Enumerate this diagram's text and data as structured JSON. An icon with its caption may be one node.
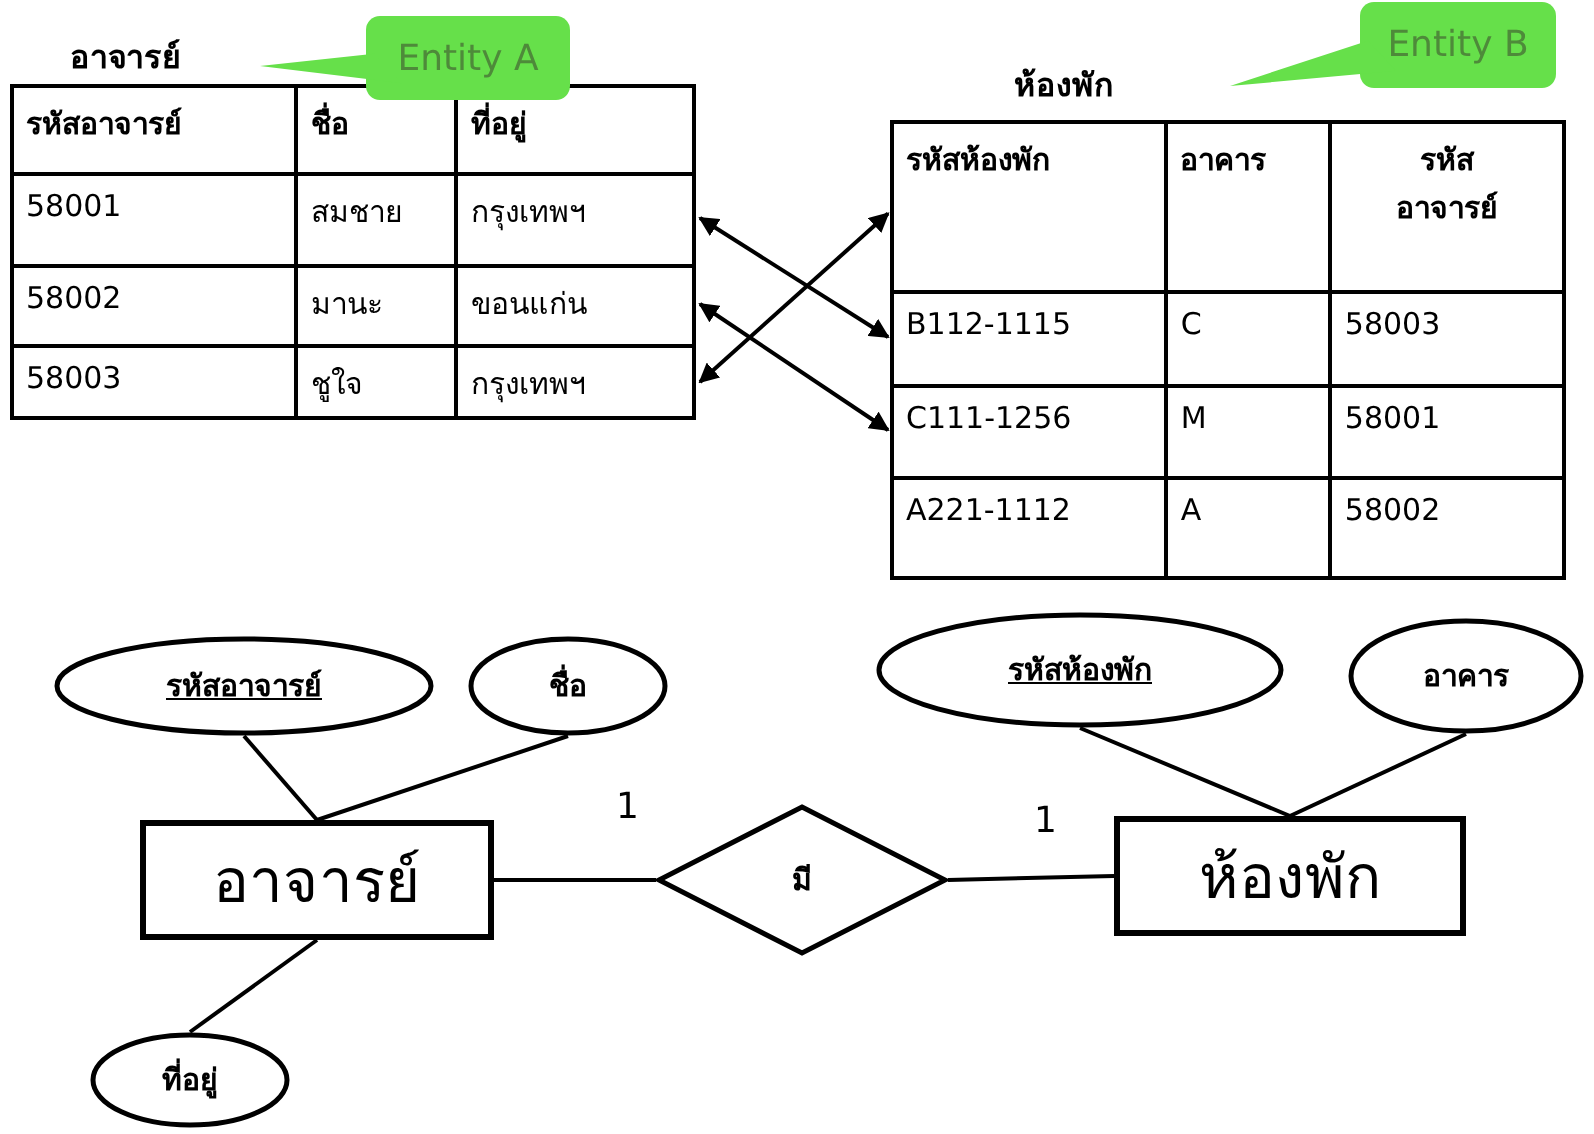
{
  "diagram": {
    "nodes": [
      {
        "text": [
          "อาจารย์"
        ]
      },
      {
        "text": [
          "รหัสอาจารย์",
          "ชื่อ",
          "ที่อยู่"
        ],
        "in": 0
      },
      {
        "text": [
          "58001",
          "สมชาย",
          "กรุงเทพฯ"
        ],
        "in": 0
      },
      {
        "text": [
          "58002",
          "มานะ",
          "ขอนแก่น"
        ],
        "in": 0
      },
      {
        "text": [
          "58003",
          "ชูใจ",
          "กรุงเทพฯ"
        ],
        "in": 0
      },
      {
        "text": [
          "ห้องพัก"
        ]
      },
      {
        "text": [
          "รหัสห้องพัก",
          "อาคาร",
          "รหัส อาจารย์"
        ],
        "in": 5
      },
      {
        "text": [
          "B112-1115",
          "C",
          "58003"
        ],
        "in": 5
      },
      {
        "text": [
          "C111-1256",
          "M",
          "58001"
        ],
        "in": 5
      },
      {
        "text": [
          "A221-1112",
          "A",
          "58002"
        ],
        "in": 5
      },
      {
        "text": [
          "Entity A"
        ]
      },
      {
        "text": [
          "Entity B"
        ]
      },
      {
        "text": [
          "อาจารย์"
        ]
      },
      {
        "text": [
          "รหัสอาจารย์"
        ]
      },
      {
        "text": [
          "ชื่อ"
        ]
      },
      {
        "text": [
          "ที่อยู่"
        ]
      },
      {
        "text": [
          "มี"
        ]
      },
      {
        "text": [
          "ห้องพัก"
        ]
      },
      {
        "text": [
          "รหัสห้องพัก"
        ]
      },
      {
        "text": [
          "อาคาร"
        ]
      }
    ],
    "edges": [
      {
        "from": 2,
        "to": 7,
        "arrow": "both"
      },
      {
        "from": 3,
        "to": 8,
        "arrow": "both"
      },
      {
        "from": 4,
        "to": 6,
        "arrow": "both"
      },
      {
        "from": 13,
        "to": 12,
        "arrow": "none"
      },
      {
        "from": 14,
        "to": 12,
        "arrow": "none"
      },
      {
        "from": 15,
        "to": 12,
        "arrow": "none"
      },
      {
        "from": 12,
        "to": 16,
        "arrow": "none",
        "label": "1"
      },
      {
        "from": 16,
        "to": 17,
        "arrow": "none",
        "label": "1"
      },
      {
        "from": 18,
        "to": 17,
        "arrow": "none"
      },
      {
        "from": 19,
        "to": 17,
        "arrow": "none"
      }
    ]
  }
}
